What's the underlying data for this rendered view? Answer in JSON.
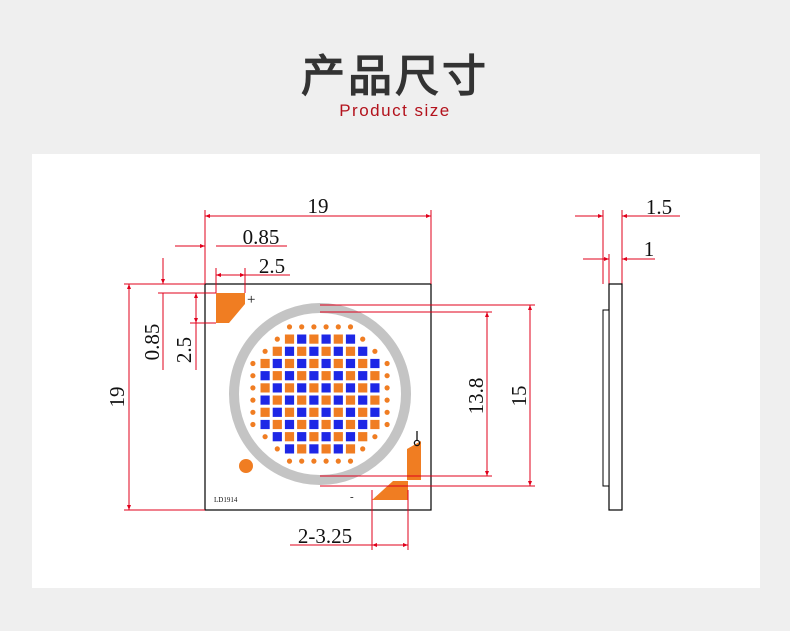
{
  "header": {
    "title": "产品尺寸",
    "subtitle": "Product size"
  },
  "drawing": {
    "dimensions": {
      "top_width": "19",
      "corner_pad_inset": "0.85",
      "corner_pad_width": "2.5",
      "left_height": "19",
      "left_pad_inset": "0.85",
      "left_pad_height": "2.5",
      "inner_diameter": "13.8",
      "outer_diameter": "15",
      "bottom_pads": "2-3.25",
      "side_total": "1.5",
      "side_board": "1"
    },
    "labels": {
      "plus_marker": "+",
      "minus_marker": "-",
      "part_code": "LD1914"
    },
    "colors": {
      "substrate_line": "#000000",
      "dimension_line": "#e0001b",
      "pad": "#f07d22",
      "chip_blue": "#1d27e6",
      "chip_orange": "#f07d22",
      "dam_ring": "#c4c4c4"
    }
  }
}
